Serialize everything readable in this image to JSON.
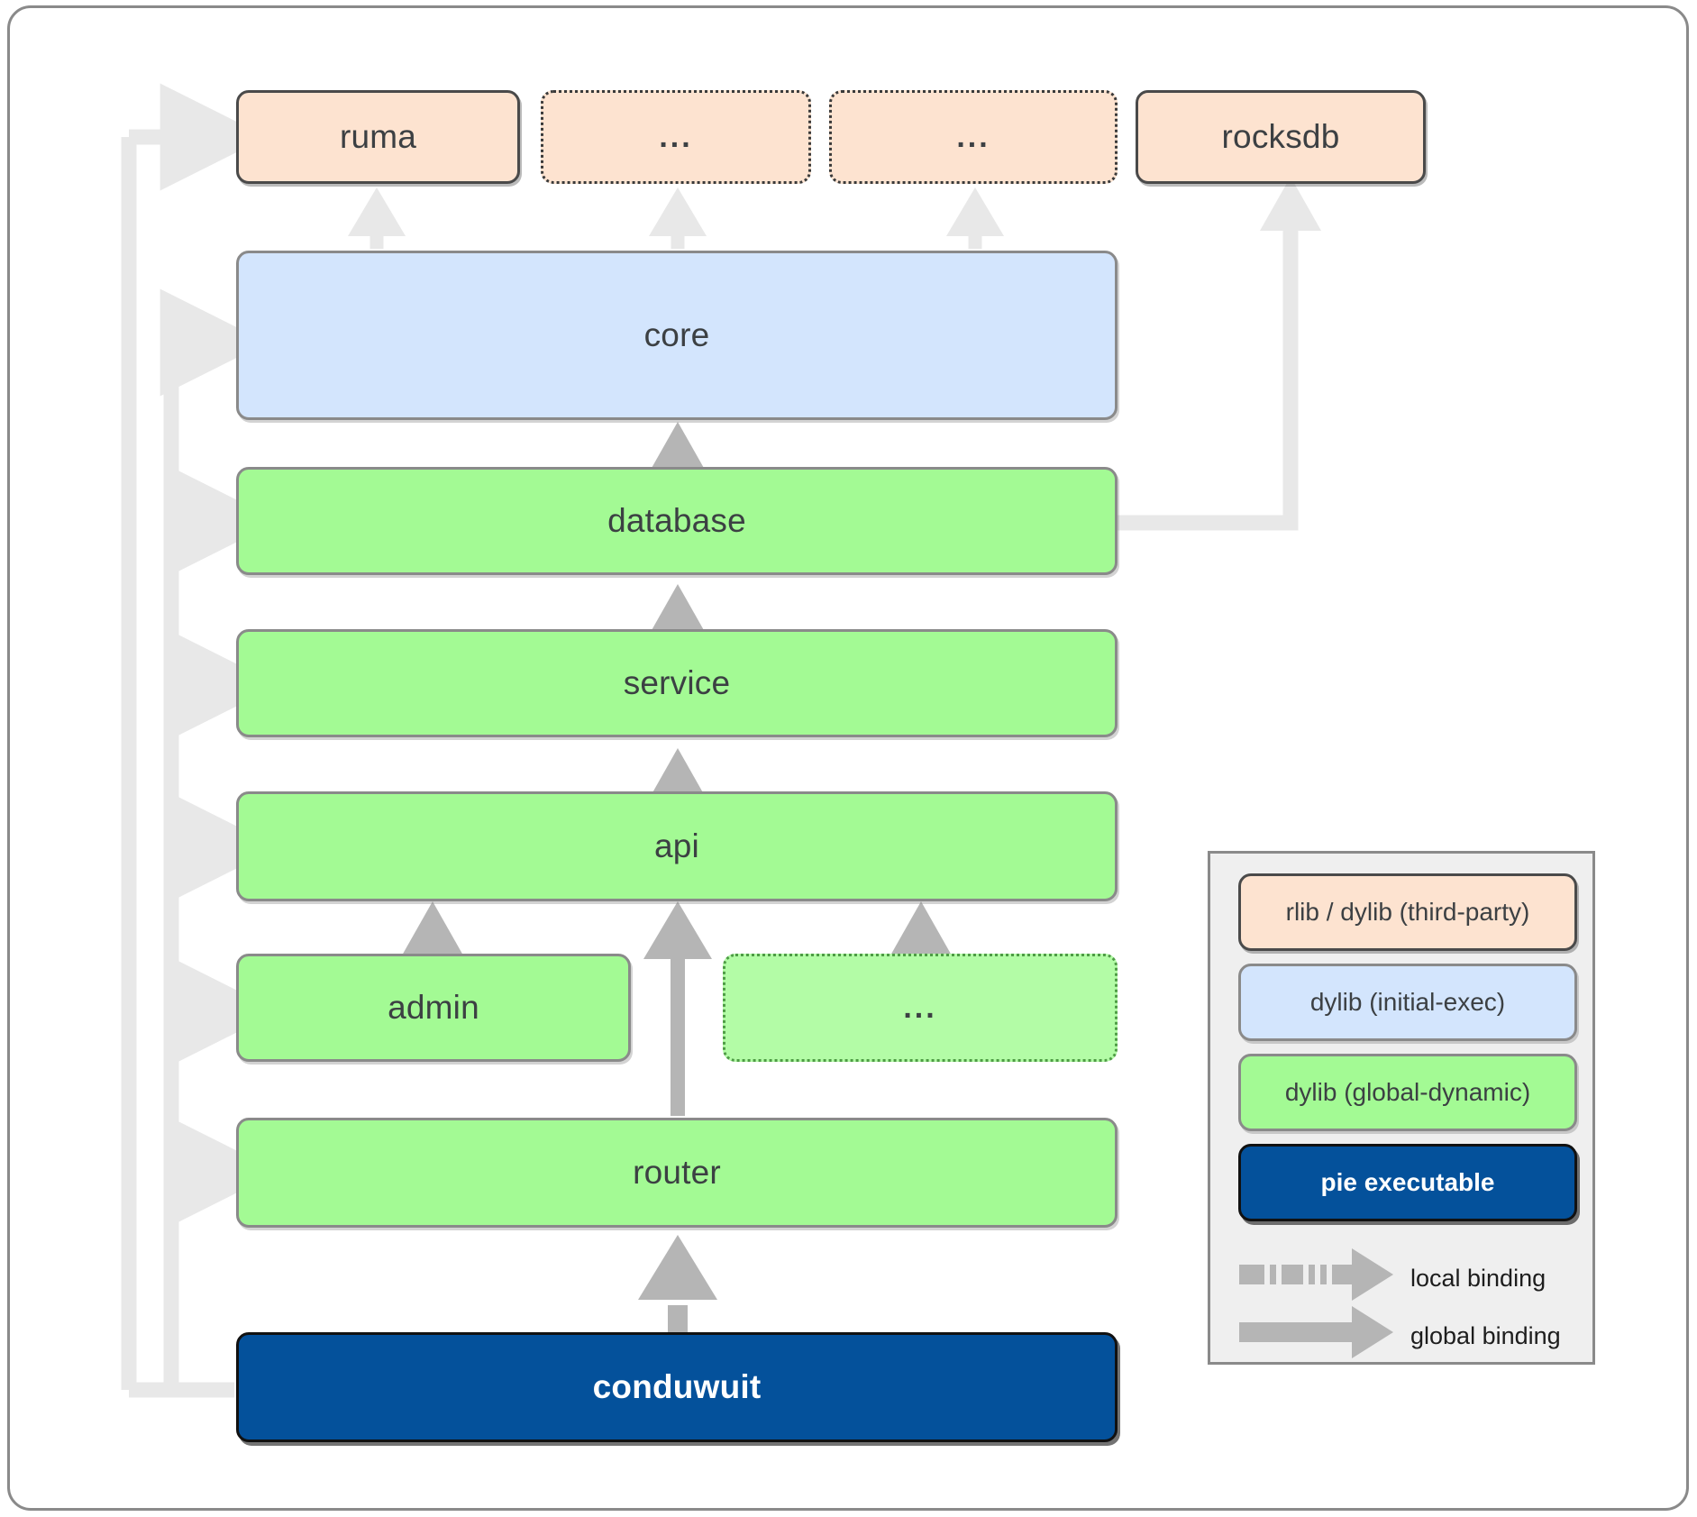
{
  "diagram": {
    "title": "conduwuit crate dependency / linkage diagram",
    "colors": {
      "third_party": "#fde3d0",
      "initial_exec": "#d3e5fd",
      "global_dynamic": "#a3fa94",
      "pie_executable": "#04519b",
      "arrow_light": "#e8e8e8",
      "arrow_gray": "#b5b5b5",
      "frame_border": "#8a8a8a"
    },
    "nodes": [
      {
        "id": "ruma",
        "label": "ruma",
        "kind": "third-party",
        "border": "solid"
      },
      {
        "id": "tp_more_1",
        "label": "...",
        "kind": "third-party",
        "border": "dotted"
      },
      {
        "id": "tp_more_2",
        "label": "...",
        "kind": "third-party",
        "border": "dotted"
      },
      {
        "id": "rocksdb",
        "label": "rocksdb",
        "kind": "third-party",
        "border": "solid"
      },
      {
        "id": "core",
        "label": "core",
        "kind": "initial-exec",
        "border": "solid"
      },
      {
        "id": "database",
        "label": "database",
        "kind": "global-dynamic",
        "border": "solid"
      },
      {
        "id": "service",
        "label": "service",
        "kind": "global-dynamic",
        "border": "solid"
      },
      {
        "id": "api",
        "label": "api",
        "kind": "global-dynamic",
        "border": "solid"
      },
      {
        "id": "admin",
        "label": "admin",
        "kind": "global-dynamic",
        "border": "solid"
      },
      {
        "id": "svc_more",
        "label": "...",
        "kind": "global-dynamic",
        "border": "dotted"
      },
      {
        "id": "router",
        "label": "router",
        "kind": "global-dynamic",
        "border": "solid"
      },
      {
        "id": "conduwuit",
        "label": "conduwuit",
        "kind": "pie-executable",
        "border": "solid"
      }
    ],
    "edges": [
      {
        "from": "core",
        "to": "ruma",
        "binding": "global"
      },
      {
        "from": "core",
        "to": "tp_more_1",
        "binding": "global"
      },
      {
        "from": "core",
        "to": "tp_more_2",
        "binding": "global"
      },
      {
        "from": "database",
        "to": "rocksdb",
        "binding": "global"
      },
      {
        "from": "database",
        "to": "core",
        "binding": "global"
      },
      {
        "from": "service",
        "to": "database",
        "binding": "global"
      },
      {
        "from": "api",
        "to": "service",
        "binding": "global"
      },
      {
        "from": "admin",
        "to": "api",
        "binding": "global"
      },
      {
        "from": "svc_more",
        "to": "api",
        "binding": "global"
      },
      {
        "from": "router",
        "to": "api",
        "binding": "global"
      },
      {
        "from": "conduwuit",
        "to": "router",
        "binding": "local"
      },
      {
        "from": "conduwuit",
        "to": "ruma",
        "binding": "global"
      },
      {
        "from": "conduwuit",
        "to": "core",
        "binding": "global"
      },
      {
        "from": "conduwuit",
        "to": "database",
        "binding": "global"
      },
      {
        "from": "conduwuit",
        "to": "service",
        "binding": "global"
      },
      {
        "from": "conduwuit",
        "to": "api",
        "binding": "global"
      },
      {
        "from": "conduwuit",
        "to": "admin",
        "binding": "global"
      },
      {
        "from": "conduwuit",
        "to": "router",
        "binding": "global"
      }
    ]
  },
  "legend": {
    "items": [
      {
        "label": "rlib / dylib (third-party)",
        "kind": "third-party"
      },
      {
        "label": "dylib (initial-exec)",
        "kind": "initial-exec"
      },
      {
        "label": "dylib (global-dynamic)",
        "kind": "global-dynamic"
      },
      {
        "label": "pie executable",
        "kind": "pie-executable"
      }
    ],
    "bindings": [
      {
        "label": "local binding",
        "style": "dashed"
      },
      {
        "label": "global binding",
        "style": "solid"
      }
    ]
  }
}
